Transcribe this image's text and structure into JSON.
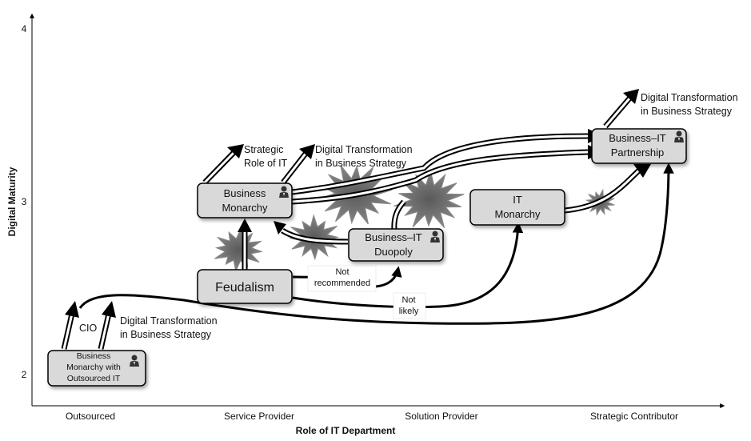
{
  "axes": {
    "y_title": "Digital Maturity",
    "x_title": "Role of IT Department",
    "y_ticks": [
      "4",
      "3",
      "2"
    ],
    "x_ticks": [
      "Outsourced",
      "Service Provider",
      "Solution Provider",
      "Strategic Contributor"
    ]
  },
  "nodes": {
    "bm_outsourced": [
      "Business",
      "Monarchy with",
      "Outsourced IT"
    ],
    "feudalism": "Feudalism",
    "business_monarchy": [
      "Business",
      "Monarchy"
    ],
    "business_it_duopoly": [
      "Business–IT",
      "Duopoly"
    ],
    "it_monarchy": [
      "IT",
      "Monarchy"
    ],
    "business_it_partnership": [
      "Business–IT",
      "Partnership"
    ]
  },
  "annotations": {
    "cio": "CIO",
    "dt_low": [
      "Digital Transformation",
      "in Business Strategy"
    ],
    "strategic_role": [
      "Strategic",
      "Role of IT"
    ],
    "dt_mid": [
      "Digital Transformation",
      "in Business Strategy"
    ],
    "dt_top": [
      "Digital Transformation",
      "in Business Strategy"
    ],
    "not_recommended": [
      "Not",
      "recommended"
    ],
    "not_likely": [
      "Not",
      "likely"
    ]
  }
}
